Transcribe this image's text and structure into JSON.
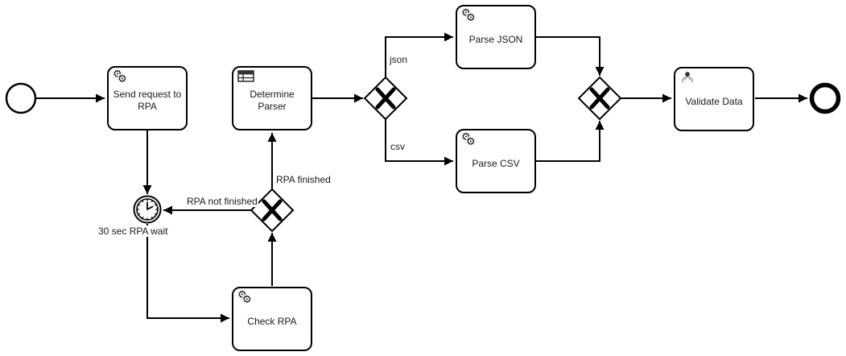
{
  "canvas": {
    "background": "#ffffff",
    "stroke_color": "#000000",
    "text_color": "#1a1a1a"
  },
  "nodes": {
    "start_event": {
      "type": "start-event"
    },
    "send_request_task": {
      "label": "Send request to RPA",
      "type": "service-task"
    },
    "rpa_wait_timer": {
      "label": "30 sec RPA wait",
      "type": "timer-intermediate-event"
    },
    "check_rpa_task": {
      "label": "Check RPA",
      "type": "service-task"
    },
    "rpa_finished_gateway": {
      "type": "exclusive-gateway",
      "marker": "X"
    },
    "determine_parser_task": {
      "label": "Determine Parser",
      "type": "business-rule-task"
    },
    "parser_split_gateway": {
      "type": "exclusive-gateway",
      "marker": "X"
    },
    "parse_json_task": {
      "label": "Parse JSON",
      "type": "service-task"
    },
    "parse_csv_task": {
      "label": "Parse CSV",
      "type": "service-task"
    },
    "parser_merge_gateway": {
      "type": "exclusive-gateway",
      "marker": "X"
    },
    "validate_data_task": {
      "label": "Validate Data",
      "type": "user-task"
    },
    "end_event": {
      "type": "end-event"
    }
  },
  "edge_labels": {
    "rpa_not_finished": "RPA not finished",
    "rpa_finished": "RPA finished",
    "json": "json",
    "csv": "csv"
  }
}
